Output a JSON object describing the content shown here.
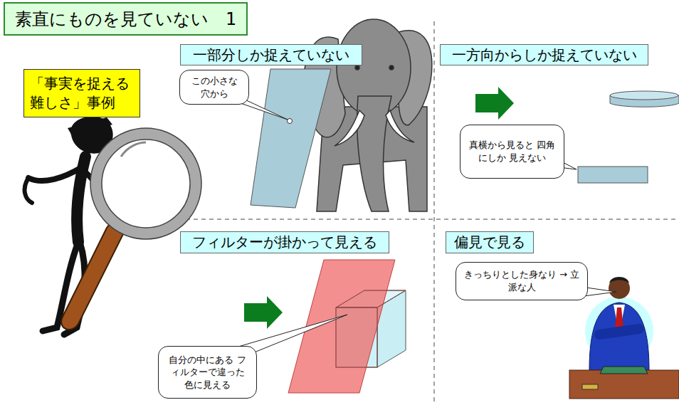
{
  "diagram": {
    "title": "素直にものを見ていない　1",
    "nodes": [
      {
        "text": [
          "「事実を捉える 難しさ」事例"
        ]
      },
      {
        "text": [
          "一部分しか捉えていない"
        ]
      },
      {
        "text": [
          "この小さな 穴から"
        ]
      },
      {
        "text": [
          "一方向からしか捉えていない"
        ]
      },
      {
        "text": [
          "真横から見ると 四角にしか 見えない"
        ]
      },
      {
        "text": [
          "フィルターが掛かって見える"
        ]
      },
      {
        "text": [
          "自分の中にある フィルターで違った 色に見える"
        ]
      },
      {
        "text": [
          "偏見で見る"
        ]
      },
      {
        "text": [
          "きっちりとした身なり → 立派な人"
        ]
      }
    ]
  }
}
